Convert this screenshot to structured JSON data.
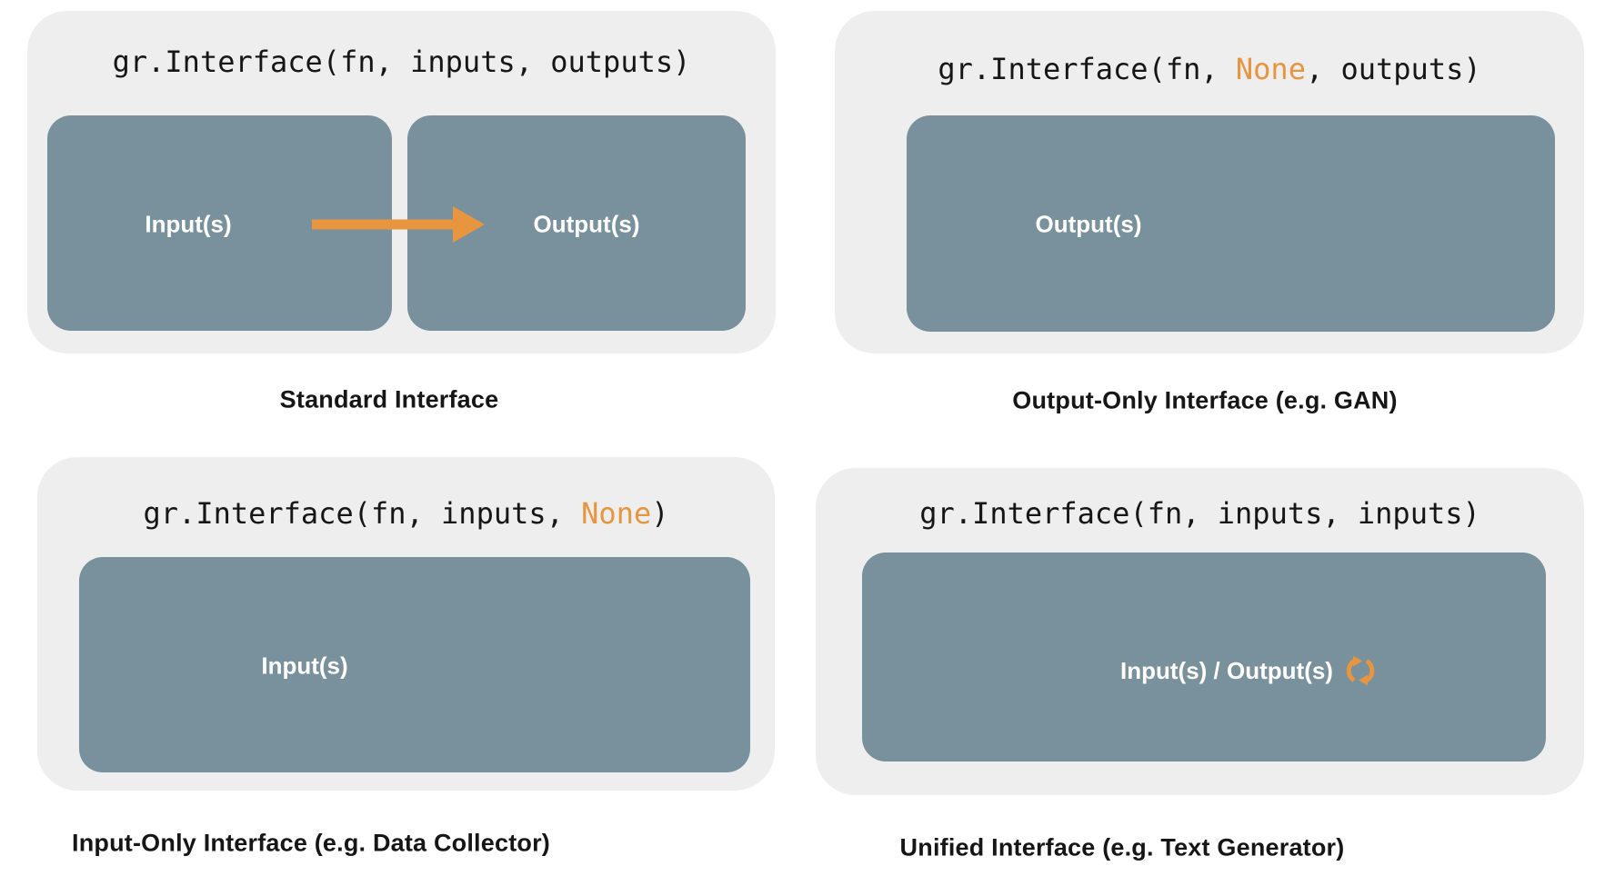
{
  "colors": {
    "page_bg": "#ffffff",
    "panel_bg": "#eeeeee",
    "box_bg": "#78919d",
    "accent_orange": "#e8953f",
    "text_dark": "#161616",
    "label_white": "#ffffff"
  },
  "icons": {
    "arrow": "arrow-right-icon",
    "sync": "sync-icon"
  },
  "panels": {
    "standard": {
      "code_pre": "gr.Interface(fn, inputs, outputs)",
      "code_highlight": "",
      "code_post": "",
      "input_box_label": "Input(s)",
      "output_box_label": "Output(s)",
      "caption": "Standard Interface"
    },
    "output_only": {
      "code_pre": "gr.Interface(fn, ",
      "code_highlight": "None",
      "code_post": ", outputs)",
      "box_label": "Output(s)",
      "caption": "Output-Only Interface (e.g. GAN)"
    },
    "input_only": {
      "code_pre": "gr.Interface(fn, inputs, ",
      "code_highlight": "None",
      "code_post": ")",
      "box_label": "Input(s)",
      "caption": "Input-Only Interface (e.g. Data Collector)"
    },
    "unified": {
      "code_pre": "gr.Interface(fn, inputs, inputs)",
      "code_highlight": "",
      "code_post": "",
      "box_label": "Input(s) / Output(s)",
      "caption": "Unified Interface (e.g. Text Generator)"
    }
  }
}
